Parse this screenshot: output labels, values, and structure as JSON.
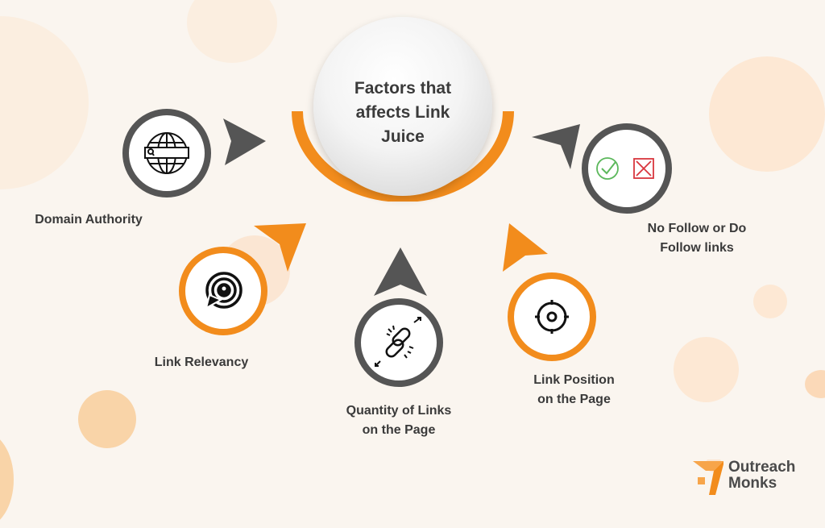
{
  "hub": {
    "title": "Factors that affects Link Juice"
  },
  "factors": [
    {
      "label": "Domain Authority",
      "icon": "globe-search-icon",
      "ring_color": "#555555"
    },
    {
      "label": "Link Relevancy",
      "icon": "target-click-icon",
      "ring_color": "#f28c1c"
    },
    {
      "label_line1": "Quantity of Links",
      "label_line2": "on the Page",
      "icon": "broken-chain-link-icon",
      "ring_color": "#555555"
    },
    {
      "label_line1": "Link Position",
      "label_line2": "on the Page",
      "icon": "crosshair-icon",
      "ring_color": "#f28c1c"
    },
    {
      "label_line1": "No Follow or Do",
      "label_line2": "Follow links",
      "icon": "check-and-cross-icon",
      "ring_color": "#555555"
    }
  ],
  "brand": {
    "line1": "Outreach",
    "line2": "Monks"
  },
  "colors": {
    "background": "#faf5ef",
    "accent": "#f28c1c",
    "dark": "#555555",
    "text": "#3a3a3a",
    "check": "#5cb85c",
    "cross": "#d9363e"
  }
}
